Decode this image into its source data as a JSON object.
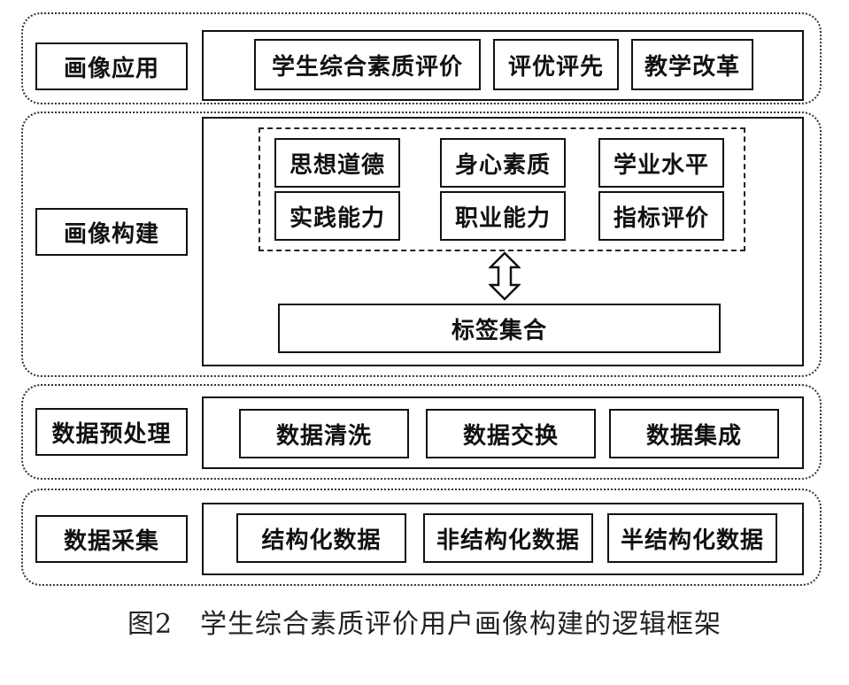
{
  "layers": {
    "application": {
      "label": "画像应用",
      "items": [
        "学生综合素质评价",
        "评优评先",
        "教学改革"
      ]
    },
    "construction": {
      "label": "画像构建",
      "tags": [
        "思想道德",
        "身心素质",
        "学业水平",
        "实践能力",
        "职业能力",
        "指标评价"
      ],
      "tag_set": "标签集合"
    },
    "preprocessing": {
      "label": "数据预处理",
      "items": [
        "数据清洗",
        "数据交换",
        "数据集成"
      ]
    },
    "collection": {
      "label": "数据采集",
      "items": [
        "结构化数据",
        "非结构化数据",
        "半结构化数据"
      ]
    }
  },
  "caption": "图2　学生综合素质评价用户画像构建的逻辑框架"
}
